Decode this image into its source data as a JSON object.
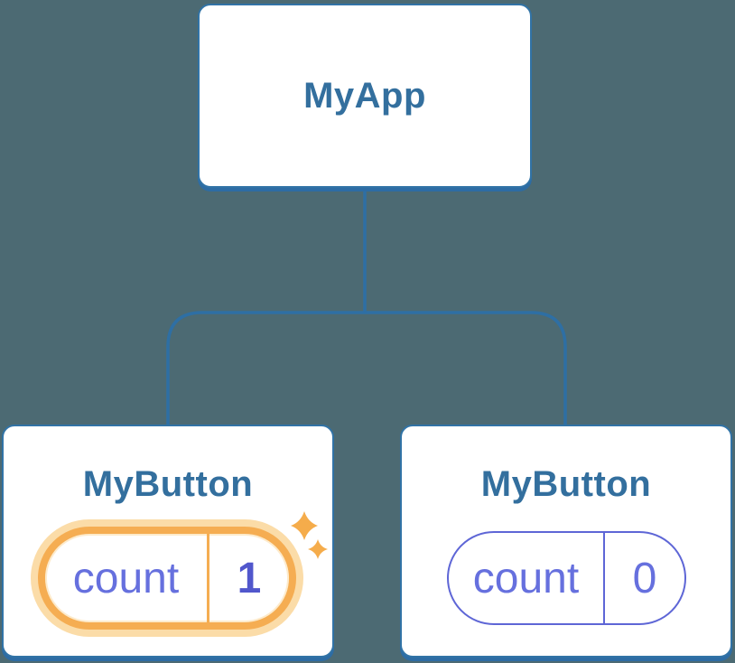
{
  "theme": {
    "bg": "#4C6A73",
    "line": "#2E6FA4",
    "box_border": "#3173A6",
    "box_bottom": "#2D6CA4",
    "title": "#336F9E",
    "indigo": "#5E66D6",
    "indigo_text": "#6670DE",
    "indigo_value": "#5157CC",
    "orange": "#F5AD52",
    "orange_halo": "#FBDCA8",
    "orange_inner": "#FDEBCC",
    "sparkle": "#F5AC4B"
  },
  "tree": {
    "root": {
      "label": "MyApp"
    },
    "children": [
      {
        "label": "MyButton",
        "state_name": "count",
        "state_value": "1",
        "highlighted": true,
        "icon": "sparkles-icon"
      },
      {
        "label": "MyButton",
        "state_name": "count",
        "state_value": "0",
        "highlighted": false
      }
    ]
  }
}
